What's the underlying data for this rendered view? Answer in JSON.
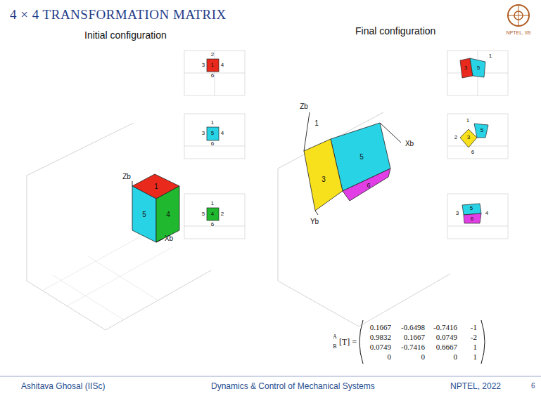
{
  "diagram": {
    "title": "4 × 4 TRANSFORMATION MATRIX",
    "labels": [
      "Initial configuration",
      "Final configuration",
      "Zb",
      "Xb",
      "1",
      "5",
      "4",
      "2",
      "3",
      "1",
      "4",
      "6",
      "1",
      "3",
      "5",
      "4",
      "6",
      "1",
      "5",
      "4",
      "2",
      "6",
      "Zb",
      "1",
      "5",
      "3",
      "6",
      "Xb",
      "Yb",
      "3",
      "5",
      "1",
      "1",
      "5",
      "2",
      "3",
      "6",
      "5",
      "3",
      "6",
      "4",
      "A",
      "B",
      "[T] =",
      "0.1667",
      "-0.6498",
      "-0.7416",
      "-1",
      "0.9832",
      "0.1667",
      "0.0749",
      "-2",
      "0.0749",
      "-0.7416",
      "0.6667",
      "1",
      "0",
      "0",
      "0",
      "1",
      "Ashitava Ghosal (IISc)",
      "Dynamics & Control of Mechanical Systems",
      "NPTEL, 2022",
      "6",
      "NPTEL, IIS"
    ]
  }
}
